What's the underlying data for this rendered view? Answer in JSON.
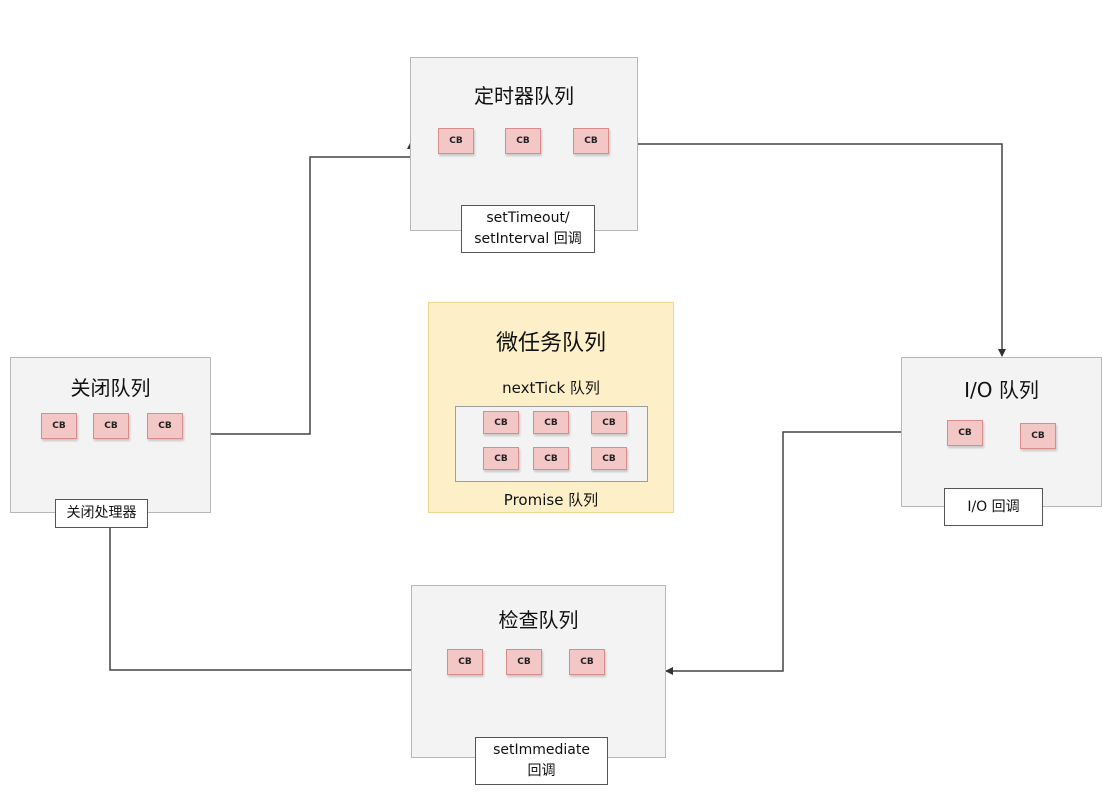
{
  "timer_queue": {
    "title": "定时器队列",
    "callbacks": [
      "CB",
      "CB",
      "CB"
    ],
    "label_line1": "setTimeout/",
    "label_line2": "setInterval 回调"
  },
  "io_queue": {
    "title": "I/O 队列",
    "callbacks": [
      "CB",
      "CB"
    ],
    "label": "I/O 回调"
  },
  "check_queue": {
    "title": "检查队列",
    "callbacks": [
      "CB",
      "CB",
      "CB"
    ],
    "label_line1": "setImmediate",
    "label_line2": "回调"
  },
  "close_queue": {
    "title": "关闭队列",
    "callbacks": [
      "CB",
      "CB",
      "CB"
    ],
    "label": "关闭处理器"
  },
  "microtask_queue": {
    "title": "微任务队列",
    "next_tick_label": "nextTick 队列",
    "promise_label": "Promise 队列",
    "next_tick_callbacks": [
      "CB",
      "CB",
      "CB"
    ],
    "promise_callbacks": [
      "CB",
      "CB",
      "CB"
    ]
  },
  "colors": {
    "queue_fill": "#f3f3f3",
    "queue_border": "#b7b7b7",
    "cb_fill": "#f4c7c7",
    "cb_border": "#d98c8c",
    "micro_fill": "#fdf0c9",
    "micro_border": "#f0d490",
    "connector": "#444444"
  }
}
